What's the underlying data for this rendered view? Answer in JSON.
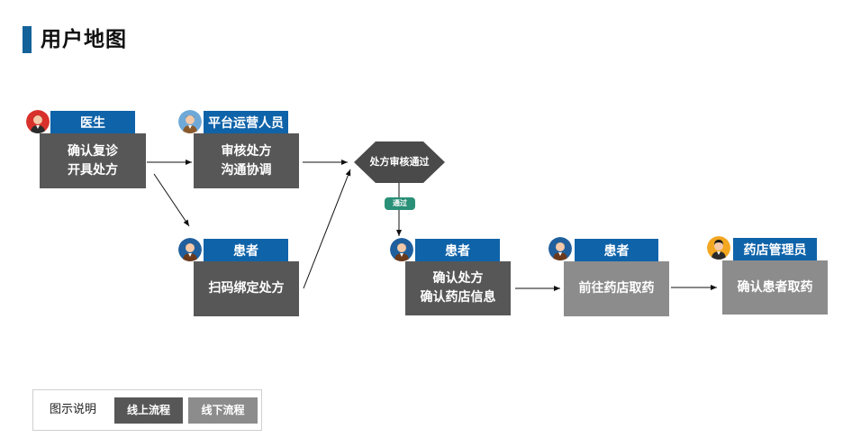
{
  "title": "用户地图",
  "colors": {
    "accent": "#13639a",
    "role_header": "#0f63a9",
    "online_step": "#575757",
    "offline_step": "#8c8c8c",
    "decision": "#4a4a4a",
    "pass_badge": "#2a9077"
  },
  "nodes": [
    {
      "id": "doctor",
      "role": "医生",
      "lines": [
        "确认复诊",
        "开具处方"
      ],
      "type": "online",
      "avatar": "doctor-avatar-red"
    },
    {
      "id": "operator",
      "role": "平台运营人员",
      "lines": [
        "审核处方",
        "沟通协调"
      ],
      "type": "online",
      "avatar": "operator-avatar-lightblue"
    },
    {
      "id": "patient-scan",
      "role": "患者",
      "lines": [
        "扫码绑定处方"
      ],
      "type": "online",
      "avatar": "patient-avatar-blue"
    },
    {
      "id": "patient-confirm",
      "role": "患者",
      "lines": [
        "确认处方",
        "确认药店信息"
      ],
      "type": "online",
      "avatar": "patient-avatar-blue"
    },
    {
      "id": "patient-pickup",
      "role": "患者",
      "lines": [
        "前往药店取药"
      ],
      "type": "offline",
      "avatar": "patient-avatar-blue"
    },
    {
      "id": "pharmacy-admin",
      "role": "药店管理员",
      "lines": [
        "确认患者取药"
      ],
      "type": "offline",
      "avatar": "pharmacy-avatar-orange"
    }
  ],
  "decision": {
    "label": "处方审核通过"
  },
  "pass_label": "通过",
  "edges": [
    {
      "from": "doctor",
      "to": "operator"
    },
    {
      "from": "doctor",
      "to": "patient-scan"
    },
    {
      "from": "operator",
      "to": "decision"
    },
    {
      "from": "patient-scan",
      "to": "decision"
    },
    {
      "from": "decision",
      "to": "patient-confirm",
      "label": "通过"
    },
    {
      "from": "patient-confirm",
      "to": "patient-pickup"
    },
    {
      "from": "patient-pickup",
      "to": "pharmacy-admin"
    }
  ],
  "legend": {
    "label": "图示说明",
    "online": "线上流程",
    "offline": "线下流程"
  }
}
